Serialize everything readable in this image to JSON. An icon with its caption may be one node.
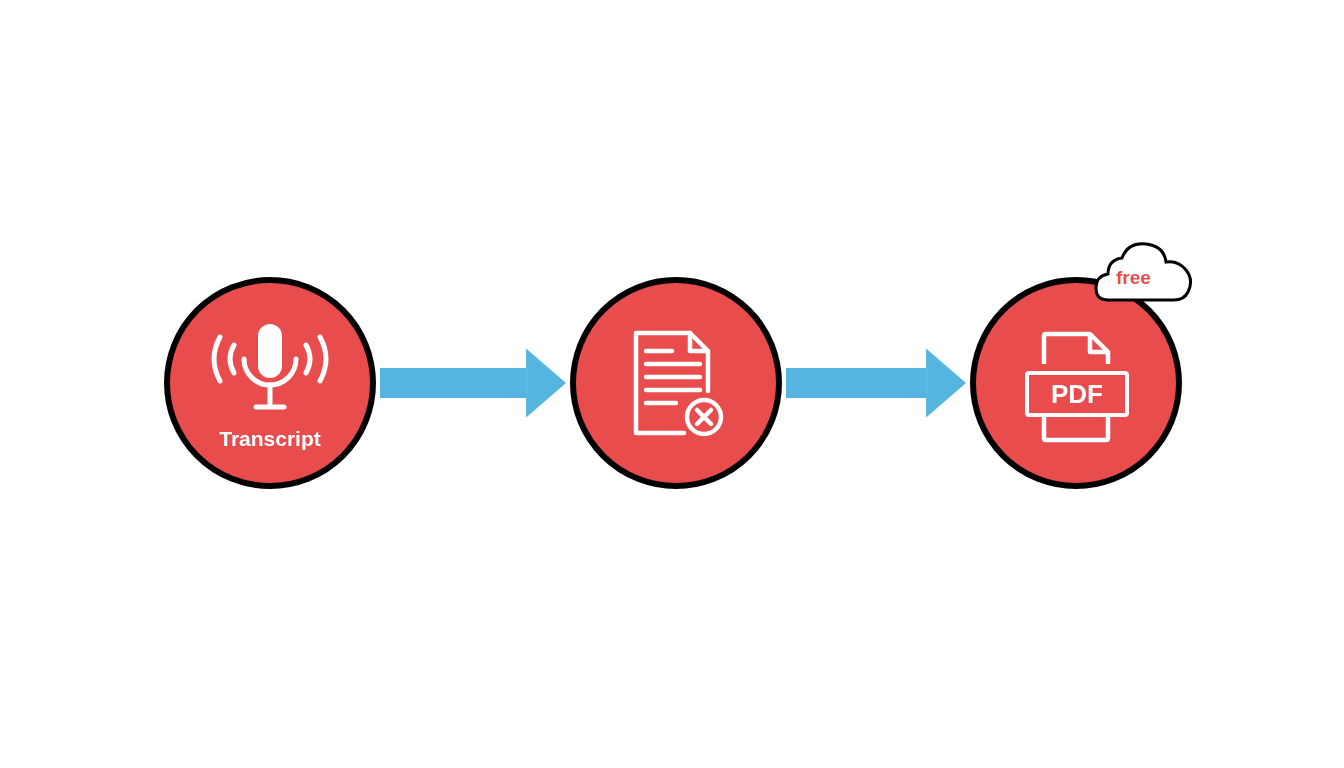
{
  "diagram": {
    "nodes": [
      {
        "text": [
          "Transcript"
        ]
      },
      {
        "text": [],
        "shape": "circle"
      },
      {
        "text": [
          "PDF"
        ]
      },
      {
        "text": [
          "free"
        ]
      }
    ],
    "edges": [
      {
        "from": 0,
        "to": 1,
        "arrow": "to"
      },
      {
        "from": 1,
        "to": 2,
        "arrow": "to"
      }
    ]
  }
}
